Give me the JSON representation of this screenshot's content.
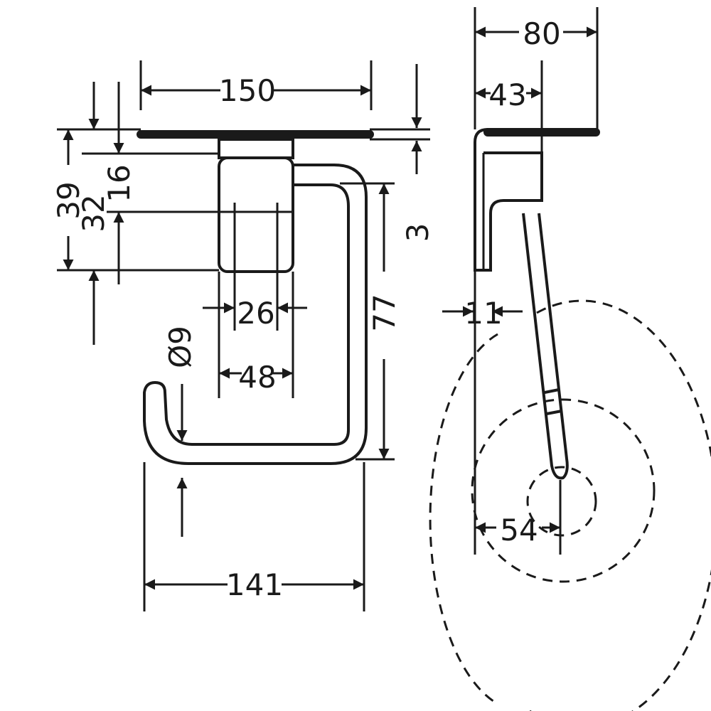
{
  "colors": {
    "line": "#1a1a1a",
    "background": "#ffffff"
  },
  "front_view": {
    "dim_width_top": "150",
    "dim_height_total": "39",
    "dim_upper": "16",
    "dim_mount": "32",
    "dim_arm_height": "77",
    "dim_inner_width": "26",
    "dim_block_width": "48",
    "dim_rod_diameter": "Ø9",
    "dim_width_bottom": "141"
  },
  "side_view": {
    "dim_total_depth": "80",
    "dim_bracket_depth": "43",
    "dim_shelf_thickness": "3",
    "dim_wall_gap": "11",
    "dim_roll_center": "54"
  }
}
